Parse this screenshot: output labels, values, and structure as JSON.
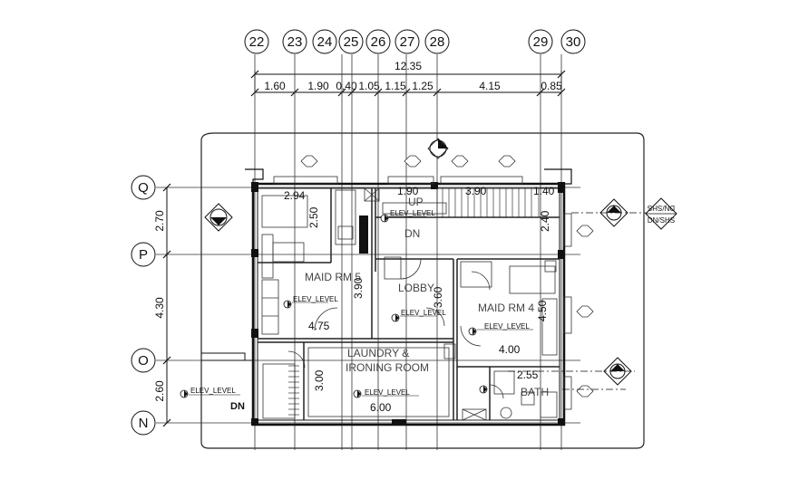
{
  "grid_columns": [
    "22",
    "23",
    "24",
    "25",
    "26",
    "27",
    "28",
    "29",
    "30"
  ],
  "grid_rows": [
    "Q",
    "P",
    "O",
    "N"
  ],
  "dimensions": {
    "overall": "12.35",
    "column_spacings": [
      "1.60",
      "1.90",
      "0.40",
      "1.05",
      "1.15",
      "1.25",
      "4.15",
      "0.85"
    ],
    "row_spacings": [
      "2.70",
      "4.30",
      "2.60"
    ]
  },
  "rooms": {
    "maid_rm_5": "MAID RM 5",
    "lobby": "LOBBY",
    "maid_rm_4": "MAID RM 4",
    "laundry_line1": "LAUNDRY &",
    "laundry_line2": "IRONING ROOM",
    "bath": "BATH"
  },
  "labels": {
    "elev_level": "ELEV_LEVEL",
    "up": "UP",
    "dn": "DN",
    "dn_stair": "DN",
    "section_left": "DN/SHS",
    "section_right": "DN/SHS"
  },
  "interior_dims": {
    "maid5_top": "2.94",
    "maid5_side": "2.50",
    "maid5_bottom": "4.75",
    "maid5_mid": "3.90",
    "hall_top": "1.90",
    "stair_top": "3.90",
    "right_top": "1.40",
    "right_side": "2.40",
    "lobby_side": "3.60",
    "maid4_side": "4.50",
    "maid4_bottom": "4.00",
    "laundry_side": "3.00",
    "laundry_bottom": "6.00",
    "bath_top": "2.55"
  }
}
